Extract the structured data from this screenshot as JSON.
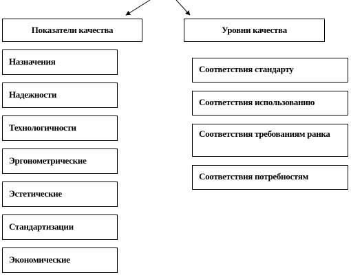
{
  "colors": {
    "line": "#000000",
    "background": "#ffffff"
  },
  "left_column": {
    "header": "Показатели качества",
    "items": [
      "Назначения",
      "Надежности",
      "Технологичности",
      "Эргонометрические",
      "Эстетические",
      "Стандартизации",
      "Экономические"
    ]
  },
  "right_column": {
    "header": "Уровни качества",
    "items": [
      "Соответствия стандарту",
      "Соответствия использованию",
      "Соответствия требованиям ранка",
      "Соответствия потребностям"
    ]
  }
}
